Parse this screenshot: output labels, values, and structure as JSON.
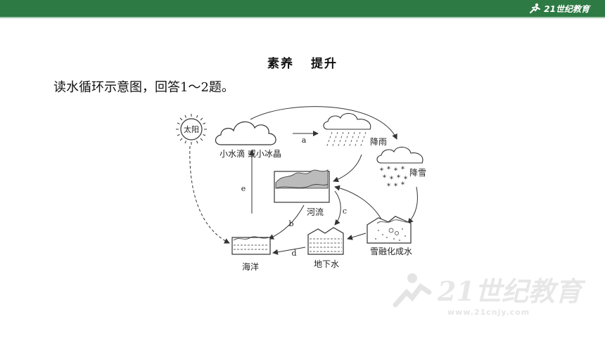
{
  "header": {
    "logo_text": "21世纪教育",
    "bar_color": "#2d7a44"
  },
  "section": {
    "title_part1": "素养",
    "title_part2": "提升",
    "question": "读水循环示意图，回答1～2题。"
  },
  "diagram": {
    "sun_label": "太阳",
    "clouds_label": "小水滴 或小冰晶",
    "rain_label": "降雨",
    "snow_label": "降雪",
    "river_label": "河流",
    "ocean_label": "海洋",
    "groundwater_label": "地下水",
    "snowmelt_label": "雪融化成水",
    "arrow_a": "a",
    "arrow_b": "b",
    "arrow_c": "c",
    "arrow_d": "d",
    "arrow_e": "e"
  },
  "watermark": {
    "brand_text": "21世纪教育",
    "url_text": "www.21cnjy.com"
  }
}
